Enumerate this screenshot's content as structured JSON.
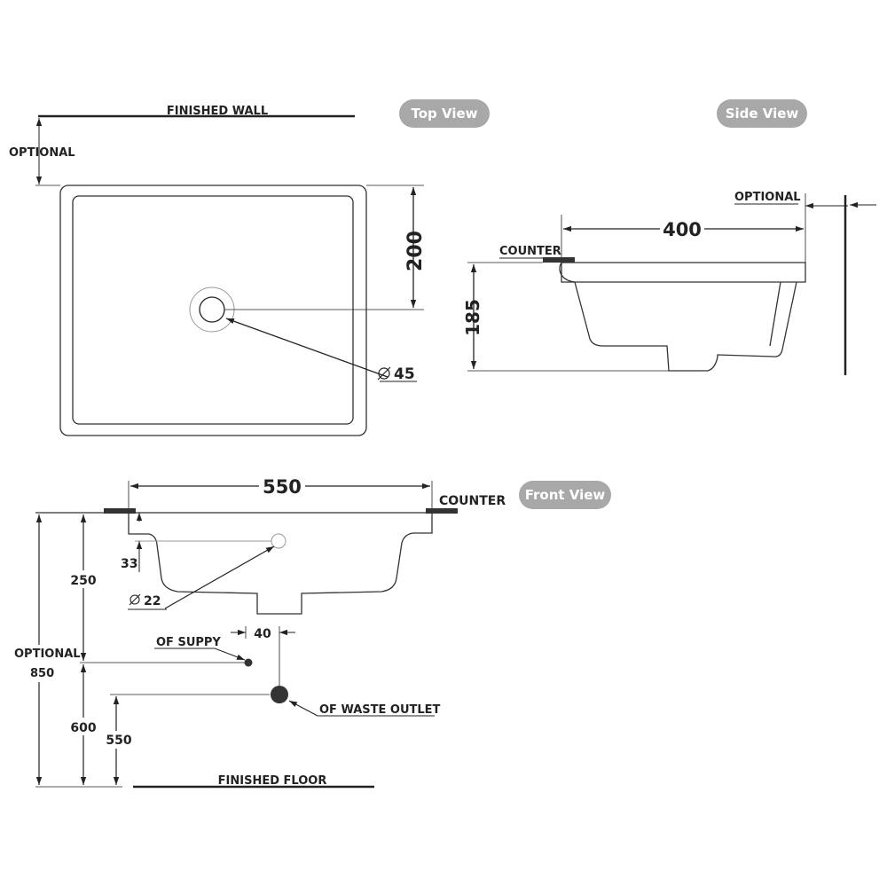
{
  "view_labels": {
    "top": "Top View",
    "side": "Side View",
    "front": "Front View"
  },
  "top_view": {
    "finished_wall": "FINISHED WALL",
    "optional": "OPTIONAL",
    "dim_200": "200",
    "dia_45": "45"
  },
  "side_view": {
    "optional": "OPTIONAL",
    "dim_400": "400",
    "counter": "COUNTER",
    "dim_185": "185"
  },
  "front_view": {
    "dim_550_top": "550",
    "counter": "COUNTER",
    "dim_33": "33",
    "dim_250": "250",
    "dia_22": "22",
    "optional": "OPTIONAL",
    "dim_850": "850",
    "of_suppy": "OF SUPPY",
    "dim_40": "40",
    "dim_600": "600",
    "dim_550_low": "550",
    "of_waste_outlet": "OF WASTE OUTLET",
    "finished_floor": "FINISHED FLOOR"
  },
  "colors": {
    "line": "#222222",
    "pill": "#a8a8a8",
    "counter_block": "#333333"
  }
}
